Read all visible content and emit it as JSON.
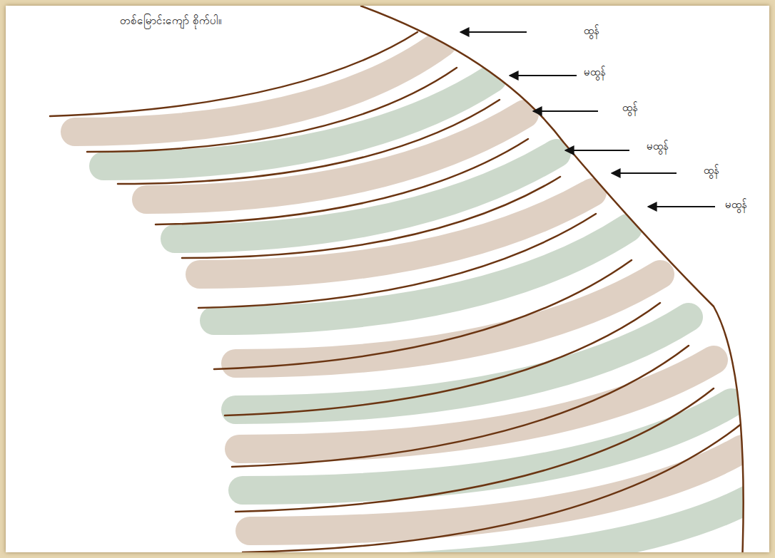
{
  "diagram": {
    "title": "တစ်မြောင်းကျော် စိုက်ပါ။",
    "labels": [
      "ထွန်",
      "မထွန်",
      "ထွန်",
      "မထွန်",
      "ထွန်",
      "မထွန်"
    ]
  }
}
